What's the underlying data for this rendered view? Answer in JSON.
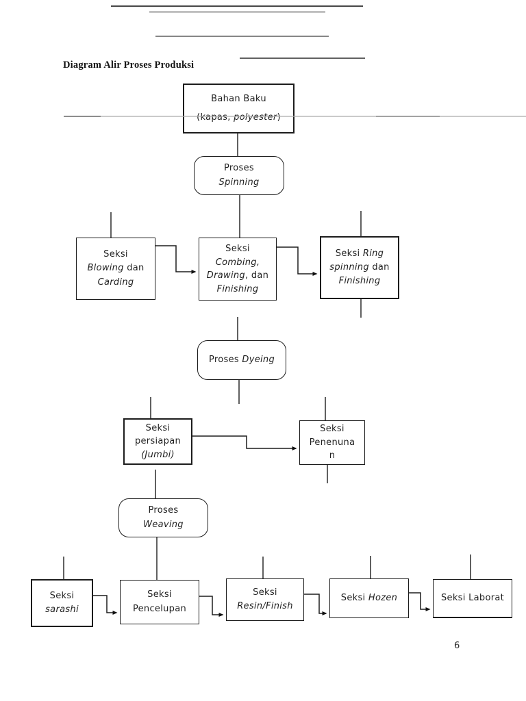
{
  "header": {
    "title": "Diagram Alir Proses Produksi"
  },
  "footer": {
    "page_number": "6"
  },
  "colors": {
    "box_border": "#1c1c1c",
    "box_text": "#1f1f1f",
    "connector": "#2b2b2b",
    "faint_rule": "#ababab"
  },
  "diagram": {
    "nodes": {
      "bahan_baku": {
        "l1": "Bahan Baku",
        "l2a": "(kapas, ",
        "l2b": "polyester",
        "l2c": ")"
      },
      "proses_spinning": {
        "l1": "Proses",
        "l2": "Spinning"
      },
      "seksi_blowing": {
        "l1": "Seksi",
        "l2a": "Blowing",
        "l2b": " dan",
        "l3": "Carding"
      },
      "seksi_combing": {
        "l1": "Seksi",
        "l2": "Combing,",
        "l3a": "Drawing",
        "l3b": ", dan",
        "l4": "Finishing"
      },
      "seksi_ring": {
        "l1a": "Seksi ",
        "l1b": "Ring",
        "l2a": "spinning",
        "l2b": " dan",
        "l3": "Finishing"
      },
      "proses_dyeing": {
        "l1a": "Proses ",
        "l1b": "Dyeing"
      },
      "seksi_persiapan": {
        "l1": "Seksi",
        "l2": "persiapan",
        "l3": "(Jumbi)"
      },
      "seksi_penenunan": {
        "l1": "Seksi",
        "l2": "Penenuna",
        "l3": "n"
      },
      "proses_weaving": {
        "l1": "Proses",
        "l2": "Weaving"
      },
      "seksi_sarashi": {
        "l1": "Seksi",
        "l2": "sarashi"
      },
      "seksi_pencelupan": {
        "l1": "Seksi",
        "l2": "Pencelupan"
      },
      "seksi_resin": {
        "l1": "Seksi",
        "l2": "Resin/Finish"
      },
      "seksi_hozen": {
        "l1a": "Seksi ",
        "l1b": "Hozen"
      },
      "seksi_laborat": {
        "l1": "Seksi Laborat"
      }
    }
  }
}
